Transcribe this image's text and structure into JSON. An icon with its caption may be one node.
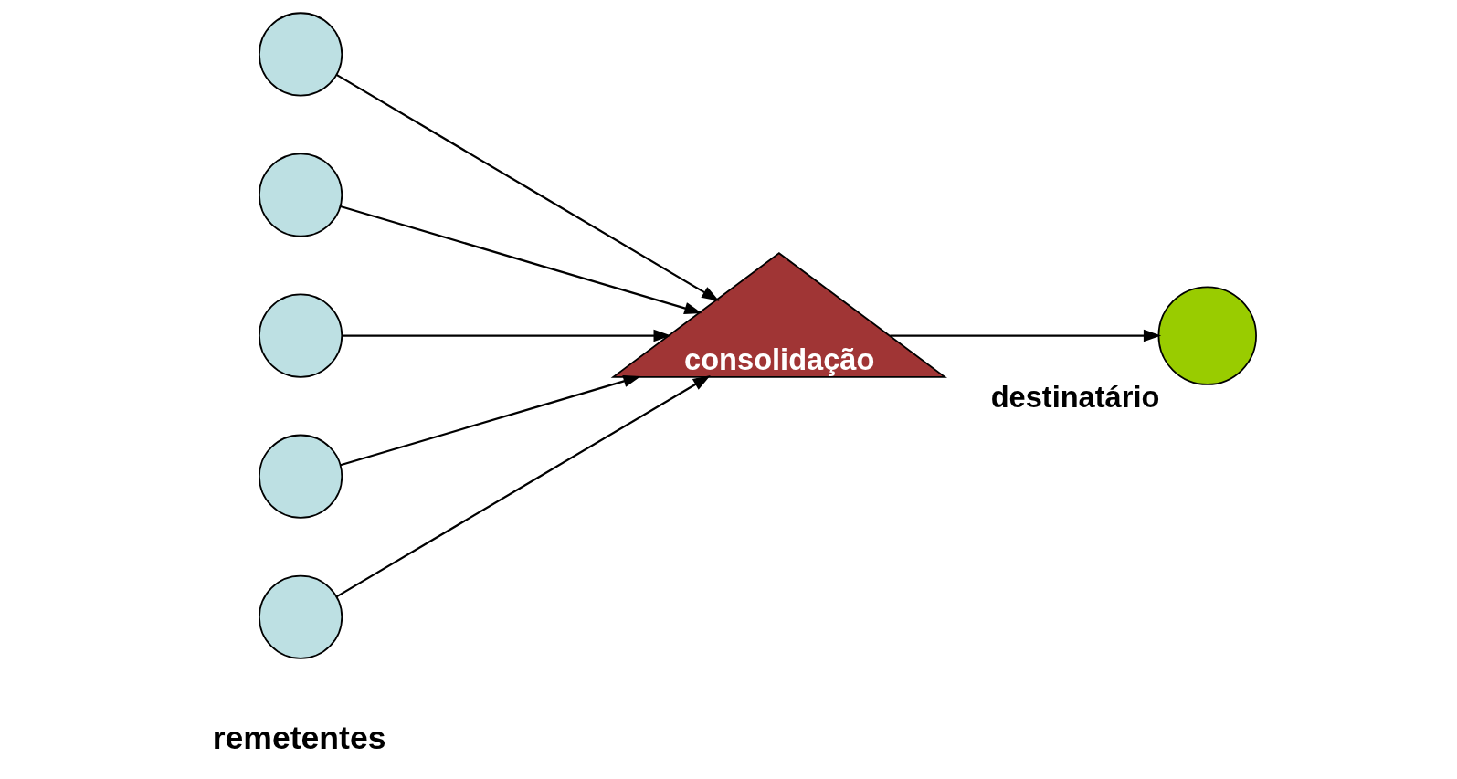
{
  "diagram": {
    "nodes": [
      {
        "text": [],
        "shape": "circle"
      },
      {
        "text": [],
        "shape": "circle"
      },
      {
        "text": [],
        "shape": "circle"
      },
      {
        "text": [],
        "shape": "circle"
      },
      {
        "text": [],
        "shape": "circle"
      },
      {
        "text": [
          "consolidação"
        ]
      },
      {
        "text": [
          "destinatário"
        ]
      }
    ],
    "edges": [
      {
        "from": 0,
        "to": 5,
        "arrow": "to"
      },
      {
        "from": 1,
        "to": 5,
        "arrow": "to"
      },
      {
        "from": 2,
        "to": 5,
        "arrow": "to"
      },
      {
        "from": 3,
        "to": 5,
        "arrow": "to"
      },
      {
        "from": 4,
        "to": 5,
        "arrow": "to"
      },
      {
        "from": 5,
        "to": 6,
        "arrow": "to"
      }
    ],
    "labels": [
      "remetentes"
    ]
  }
}
